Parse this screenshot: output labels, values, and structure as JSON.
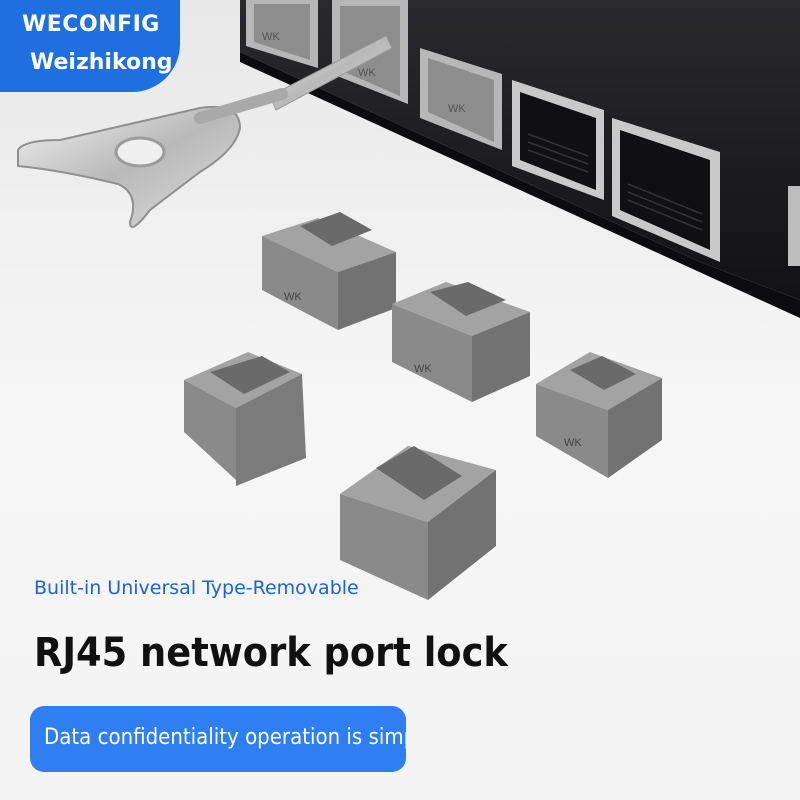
{
  "brand": {
    "name": "WECONFIG",
    "subname": "Weizhikong"
  },
  "port_marking": "WK",
  "text": {
    "subtitle": "Built-in Universal Type-Removable",
    "headline": "RJ45 network port lock",
    "banner": "Data confidentiality operation is simple"
  },
  "colors": {
    "brand_blue": "#1f6fe0",
    "banner_blue": "#2f7ff3",
    "subtitle_blue": "#1f63d0",
    "lock_gray": "#8e8e8e",
    "switch_black": "#1b1b1d"
  }
}
